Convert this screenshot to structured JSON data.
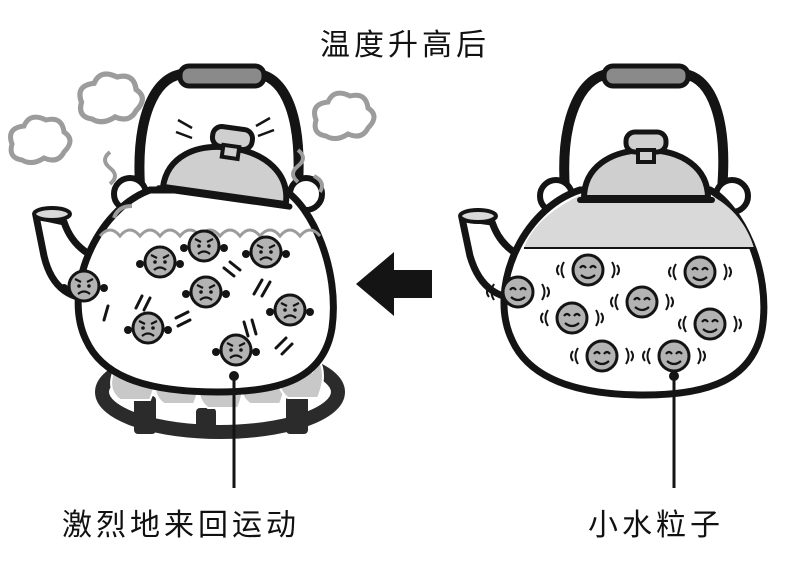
{
  "title": "温度升高后",
  "left_caption": "激烈地来回运动",
  "right_caption": "小水粒子",
  "colors": {
    "outline": "#141414",
    "particle": "#b3b3b3",
    "water": "#d9d9d9",
    "steam": "#9c9c9c",
    "flame": "#c8c8c8",
    "stove": "#2b2b2b",
    "handle_grip": "#8a8a8a",
    "arrow": "#141414"
  },
  "icons": [
    "steam-cloud-icon",
    "angry-particle-icon",
    "smiling-particle-icon",
    "flame-icon",
    "left-arrow-icon"
  ]
}
